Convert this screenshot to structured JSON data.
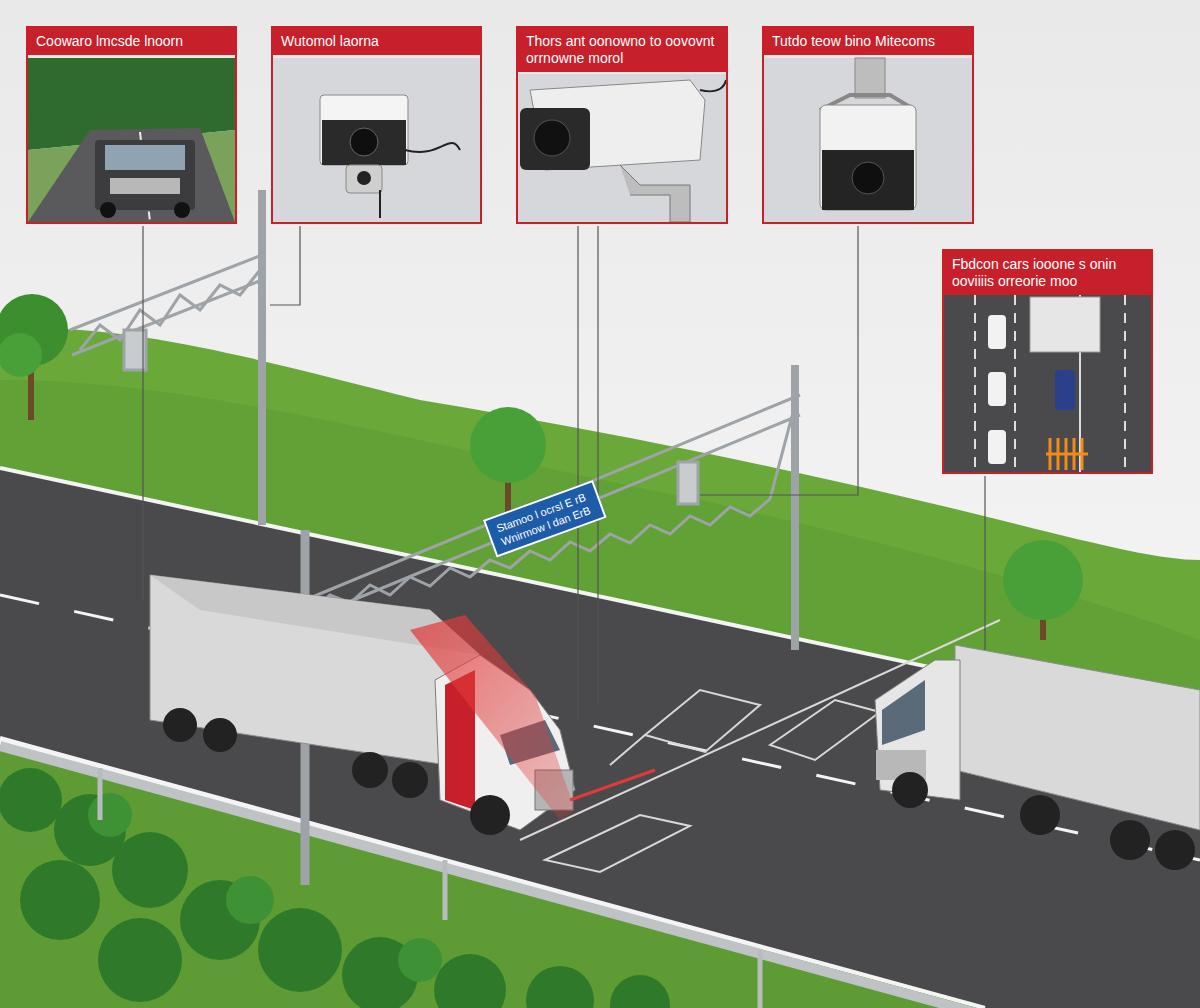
{
  "diagram": {
    "nodes": [
      {
        "text": [
          "Coowaro lmcsde lnoorn"
        ]
      },
      {
        "text": [
          "Wutomol laorna"
        ]
      },
      {
        "text": [
          "Thors ant oonowno to oovovnt orrnowne morol"
        ]
      },
      {
        "text": [
          "Tutdo teow bino Mitecoms"
        ]
      },
      {
        "text": [
          "Fbdcon cars iooone s onin ooviiiis orreorie moo"
        ]
      },
      {
        "text": [
          "Stamoo l ocrsl E rB",
          "Wnirmow l dan ErB"
        ]
      }
    ]
  }
}
